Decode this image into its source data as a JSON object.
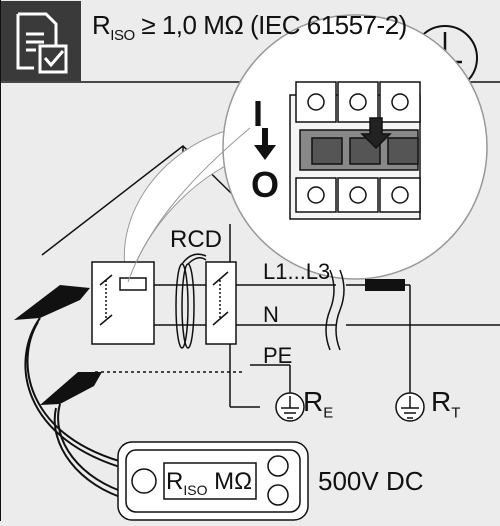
{
  "header": {
    "title_main": "R",
    "title_sub": "ISO",
    "title_rest": " ≥ 1,0 MΩ (IEC 61557-2)",
    "doc_icon": "document-check-icon",
    "ground_icon": "ground-symbol-icon"
  },
  "diagram": {
    "rcd_label": "RCD",
    "line_label": "L1...L3",
    "neutral_label": "N",
    "pe_label": "PE",
    "re_main": "R",
    "re_sub": "E",
    "rt_main": "R",
    "rt_sub": "T",
    "switch_on_symbol": "I",
    "switch_off_symbol": "O"
  },
  "meter": {
    "display_main": "R",
    "display_sub": "ISO",
    "display_unit": " MΩ",
    "voltage_label": "500V DC"
  },
  "colors": {
    "background": "#ececec",
    "header_box": "#3a3a3a",
    "line": "#111111"
  }
}
